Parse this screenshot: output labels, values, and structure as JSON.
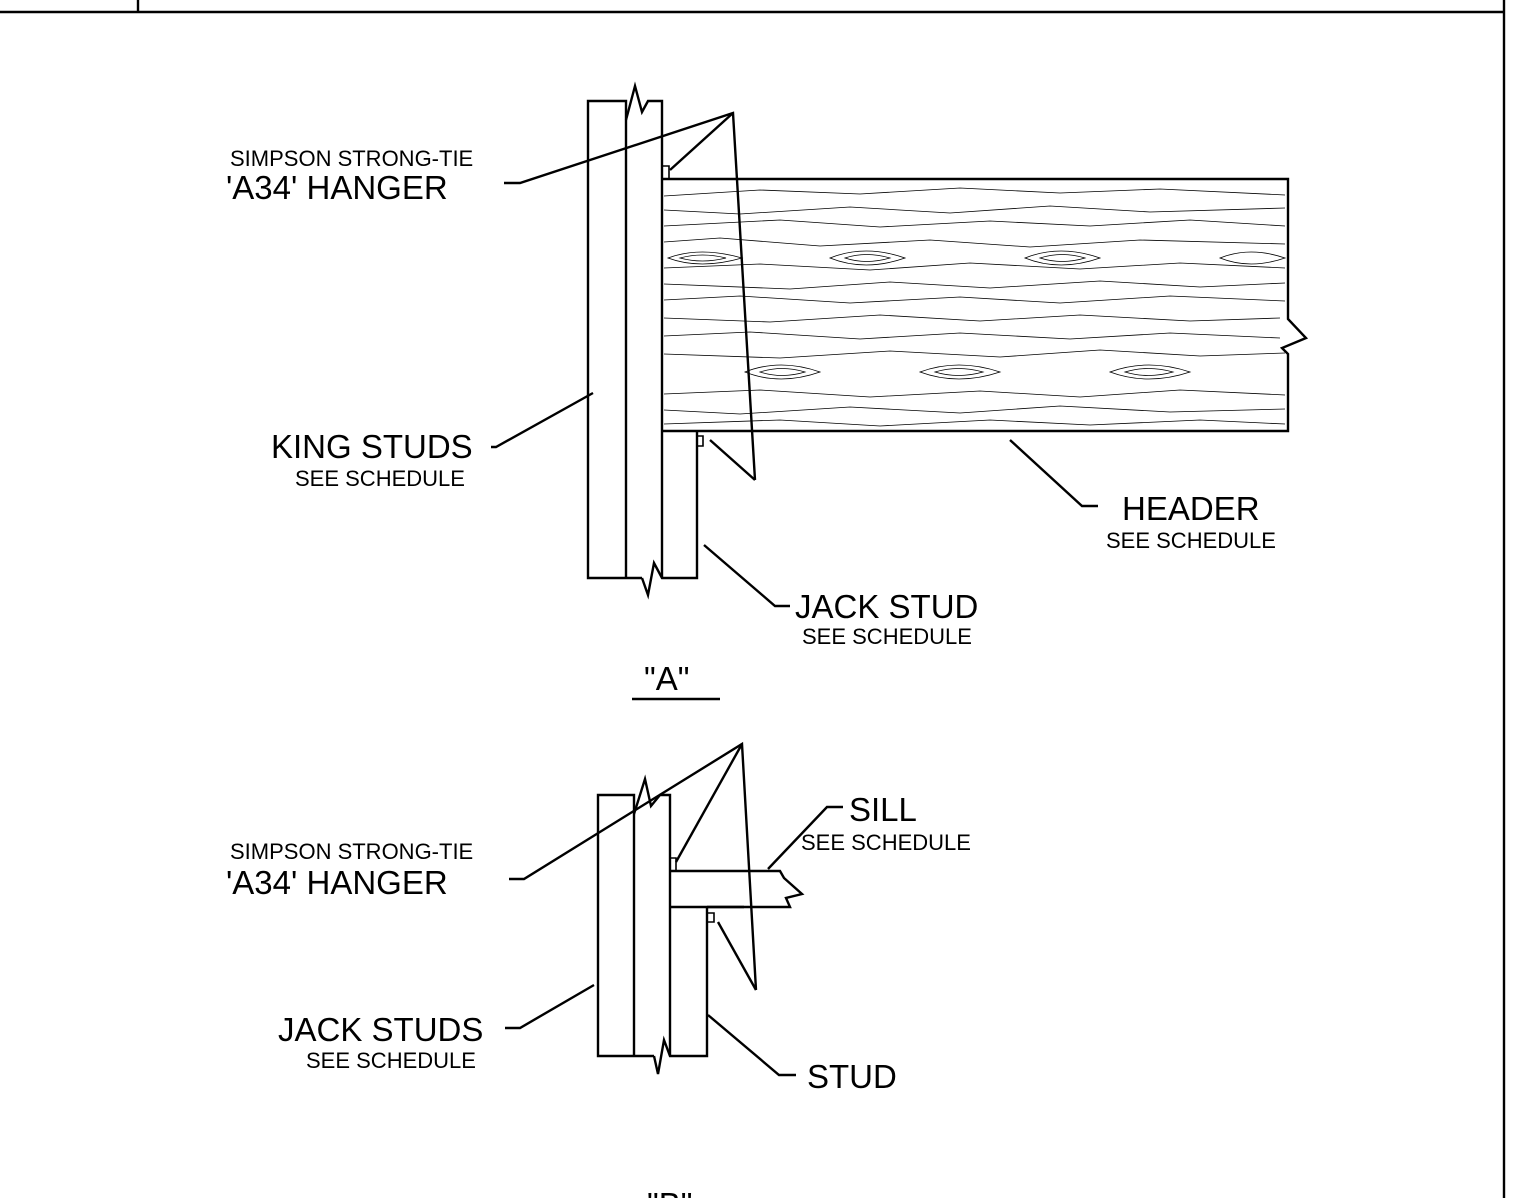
{
  "detail_a": {
    "title": "\"A\"",
    "hanger": {
      "line1": "SIMPSON STRONG-TIE",
      "line2": "'A34' HANGER"
    },
    "king_studs": {
      "label": "KING STUDS",
      "sub": "SEE SCHEDULE"
    },
    "header": {
      "label": "HEADER",
      "sub": "SEE SCHEDULE"
    },
    "jack_stud": {
      "label": "JACK STUD",
      "sub": "SEE SCHEDULE"
    }
  },
  "detail_b": {
    "title": "\"B\"",
    "hanger": {
      "line1": "SIMPSON STRONG-TIE",
      "line2": "'A34' HANGER"
    },
    "sill": {
      "label": "SILL",
      "sub": "SEE SCHEDULE"
    },
    "jack_studs": {
      "label": "JACK STUDS",
      "sub": "SEE SCHEDULE"
    },
    "stud": {
      "label": "STUD"
    }
  }
}
